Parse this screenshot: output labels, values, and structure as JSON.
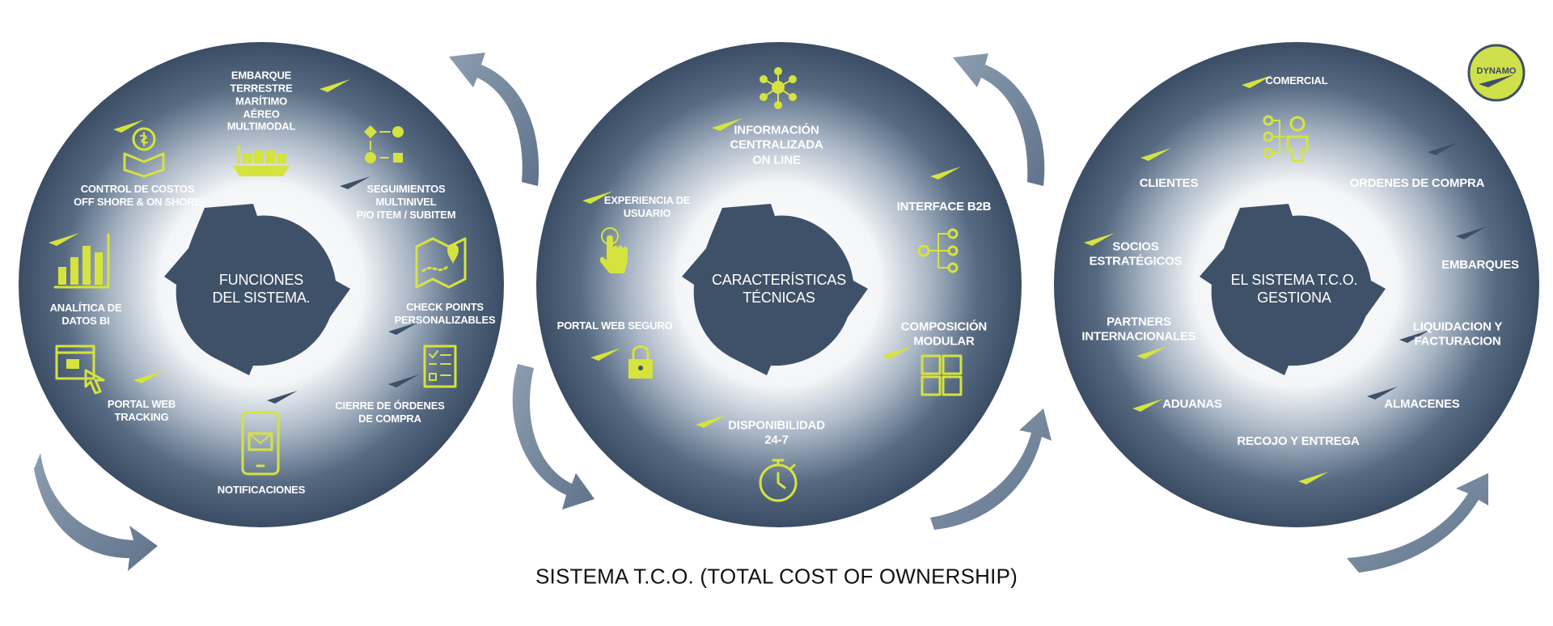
{
  "title": "SISTEMA T.C.O. (TOTAL COST OF OWNERSHIP)",
  "logo": {
    "text": "DYNAMO",
    "color": "#cfe04a"
  },
  "colors": {
    "accent": "#d6e33e",
    "circle_dark": "#3e5068",
    "circle_light": "#ffffff",
    "arrow": "#6b7f96"
  },
  "circles": [
    {
      "center": "FUNCIONES\nDEL SISTEMA.",
      "items": [
        {
          "label": "EMBARQUE\nTERRESTRE\nMARÍTIMO\nAÉREO\nMULTIMODAL",
          "icon": "cargo-ship-icon"
        },
        {
          "label": "SEGUIMIENTOS\nMULTINIVEL\nP/O ITEM / SUBITEM",
          "icon": "workflow-shapes-icon"
        },
        {
          "label": "CHECK POINTS\nPERSONALIZABLES",
          "icon": "map-pin-icon"
        },
        {
          "label": "CIERRE DE ÓRDENES\nDE COMPRA",
          "icon": "checklist-icon"
        },
        {
          "label": "NOTIFICACIONES",
          "icon": "phone-mail-icon"
        },
        {
          "label": "PORTAL WEB\nTRACKING",
          "icon": "web-click-icon"
        },
        {
          "label": "ANALÍTICA DE\nDATOS BI",
          "icon": "bar-chart-icon"
        },
        {
          "label": "CONTROL DE COSTOS\nOFF SHORE & ON SHORE",
          "icon": "money-box-icon"
        }
      ]
    },
    {
      "center": "CARACTERÍSTICAS\nTÉCNICAS",
      "items": [
        {
          "label": "INFORMACIÓN\nCENTRALIZADA\nON LINE",
          "icon": "network-hub-icon"
        },
        {
          "label": "INTERFACE B2B",
          "icon": "branch-icon"
        },
        {
          "label": "COMPOSICIÓN\nMODULAR",
          "icon": "puzzle-icon"
        },
        {
          "label": "DISPONIBILIDAD\n24-7",
          "icon": "stopwatch-icon"
        },
        {
          "label": "PORTAL WEB SEGURO",
          "icon": "padlock-icon"
        },
        {
          "label": "EXPERIENCIA DE\nUSUARIO",
          "icon": "touch-hand-icon"
        }
      ]
    },
    {
      "center": "EL SISTEMA T.C.O.\nGESTIONA",
      "items": [
        {
          "label": "COMERCIAL",
          "icon": "people-hierarchy-icon"
        },
        {
          "label": "ORDENES DE COMPRA"
        },
        {
          "label": "EMBARQUES"
        },
        {
          "label": "LIQUIDACION Y\nFACTURACION"
        },
        {
          "label": "ALMACENES"
        },
        {
          "label": "RECOJO Y ENTREGA"
        },
        {
          "label": "ADUANAS"
        },
        {
          "label": "PARTNERS\nINTERNACIONALES"
        },
        {
          "label": "SOCIOS\nESTRATÉGICOS"
        },
        {
          "label": "CLIENTES"
        }
      ]
    }
  ]
}
